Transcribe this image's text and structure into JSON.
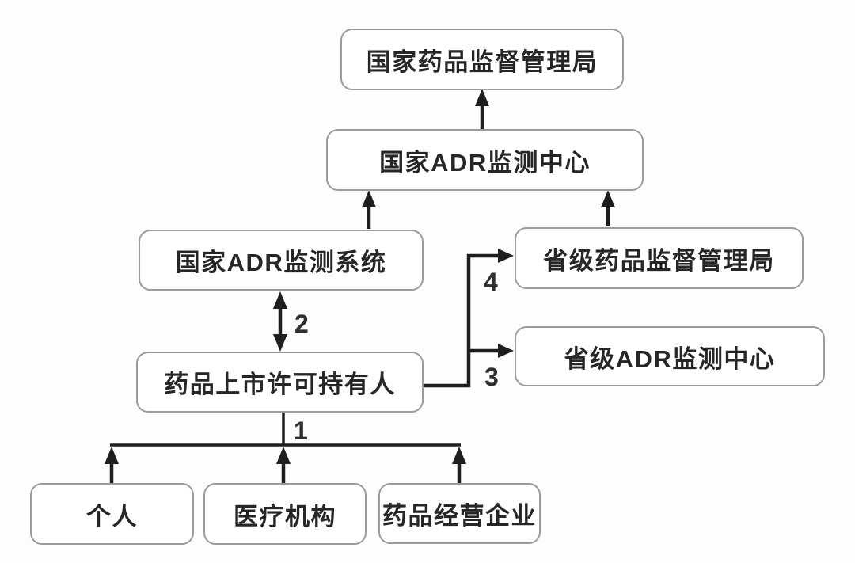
{
  "diagram": {
    "type": "flowchart",
    "description": "Drug adverse-reaction (ADR) reporting hierarchy flowchart",
    "colors": {
      "background": "#fdfdfd",
      "box_fill": "#ffffff",
      "box_border": "#9b9b9b",
      "line": "#1e1e1e",
      "text": "#262626"
    },
    "nodes": {
      "nmpa": {
        "label": "国家药品监督管理局"
      },
      "national_adr_center": {
        "label": "国家ADR监测中心"
      },
      "national_adr_system": {
        "label": "国家ADR监测系统"
      },
      "provincial_mpa": {
        "label": "省级药品监督管理局"
      },
      "provincial_adr_center": {
        "label": "省级ADR监测中心"
      },
      "mah": {
        "label": "药品上市许可持有人"
      },
      "individual": {
        "label": "个人"
      },
      "medical_institution": {
        "label": "医疗机构"
      },
      "drug_enterprise": {
        "label": "药品经营企业"
      }
    },
    "edge_labels": {
      "e1": "1",
      "e2": "2",
      "e3": "3",
      "e4": "4"
    },
    "edges": [
      {
        "from": "national_adr_center",
        "to": "nmpa",
        "direction": "up",
        "label": ""
      },
      {
        "from": "national_adr_system",
        "to": "national_adr_center",
        "direction": "up",
        "label": ""
      },
      {
        "from": "provincial_mpa",
        "to": "national_adr_center",
        "direction": "up",
        "label": ""
      },
      {
        "from": "mah",
        "to": "national_adr_system",
        "direction": "bidirectional",
        "label": "2"
      },
      {
        "from": "mah",
        "to": "provincial_mpa",
        "direction": "right-elbow",
        "label": "4"
      },
      {
        "from": "mah",
        "to": "provincial_adr_center",
        "direction": "right-elbow",
        "label": "3"
      },
      {
        "from": "individual",
        "to": "mah",
        "direction": "up",
        "label": "1"
      },
      {
        "from": "medical_institution",
        "to": "mah",
        "direction": "up",
        "label": "1"
      },
      {
        "from": "drug_enterprise",
        "to": "mah",
        "direction": "up",
        "label": "1"
      }
    ]
  }
}
